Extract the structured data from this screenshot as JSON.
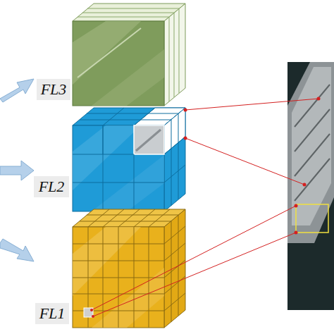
{
  "diagram": {
    "labels": [
      "FL3",
      "FL2",
      "FL1"
    ]
  }
}
